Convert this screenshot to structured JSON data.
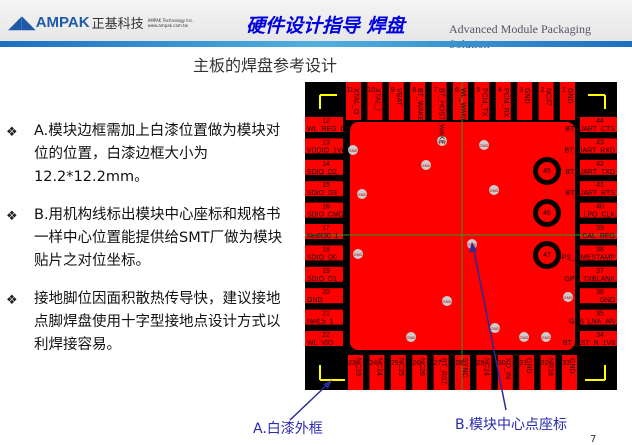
{
  "header": {
    "brand": "AMPAK",
    "brand_cn": "正基科技",
    "brand_small": "AMPAK Technology Inc.",
    "website": "www.ampak.com.tw",
    "title": "硬件设计指导 焊盘",
    "slogan": "Advanced Module Packaging Solution"
  },
  "page_title": "主板的焊盘参考设计",
  "bullets": [
    "A.模块边框需加上白漆位置做为模块对位的位置，白漆边框大小为12.2*12.2mm。",
    "B.用机构线标出模块中心座标和规格书一样中心位置能提供给SMT厂做为模块贴片之对位坐标。",
    "接地脚位因面积散热传导快，建议接地点脚焊盘使用十字型接地点设计方式以利焊接容易。"
  ],
  "pcb": {
    "top_pins": [
      "11",
      "10",
      "9",
      "8",
      "7",
      "6",
      "5",
      "4",
      "3",
      "2",
      "1"
    ],
    "top_names": [
      "XTAL_O",
      "XTAL_I",
      "VBAT",
      "BT_WAKE",
      "BT_HOST_WAKE",
      "WL_WAKE",
      "PCM_TX",
      "PCM_RX",
      "GND",
      "NC37",
      "GND"
    ],
    "left_pins": [
      "12",
      "13",
      "14",
      "15",
      "16",
      "17",
      "18",
      "19",
      "20",
      "21",
      "22"
    ],
    "left_names": [
      "WL_REG_ON",
      "VDDIO_1V8",
      "SDIO_D2",
      "SDIO_D3",
      "SDIO_CMD",
      "NetR30_1",
      "SDIO_D0",
      "SDIO_D1",
      "GND",
      "NetL5_1",
      "WL_VIO"
    ],
    "bottom_pins": [
      "23",
      "24",
      "25",
      "26",
      "27",
      "28",
      "29",
      "30",
      "31",
      "32",
      "33"
    ],
    "bottom_names": [
      "NC23",
      "NC24",
      "NC25",
      "NC26",
      "BT_RST",
      "SYNC",
      "NC24",
      "XO_IN",
      "GND",
      "NR18",
      "GND"
    ],
    "right_pins": [
      "44",
      "43",
      "42",
      "41",
      "40",
      "39",
      "38",
      "37",
      "36",
      "35",
      "34"
    ],
    "right_names": [
      "BT_UART_CTS",
      "BT_UART_RXD",
      "BT_UART_TXD",
      "BT_UART_RTS",
      "LPO_CLK",
      "CAL_REG",
      "GPS_TIMESTAMP",
      "GPS_TXBLANK",
      "GND",
      "GPS_LNA_AN",
      "BT_RST_N_1V8"
    ],
    "via_label": "GND",
    "center_pad_pins": [
      "45",
      "46",
      "47"
    ]
  },
  "labels": {
    "silkscreen": "A.白漆外框",
    "center": "B.模块中心点座标"
  },
  "page_number": "7",
  "colors": {
    "copper": "#ff0000",
    "silk": "#ffff00",
    "crosshair": "#2a9a2a",
    "arrow": "#2a2a9a",
    "title": "#0000e0"
  }
}
